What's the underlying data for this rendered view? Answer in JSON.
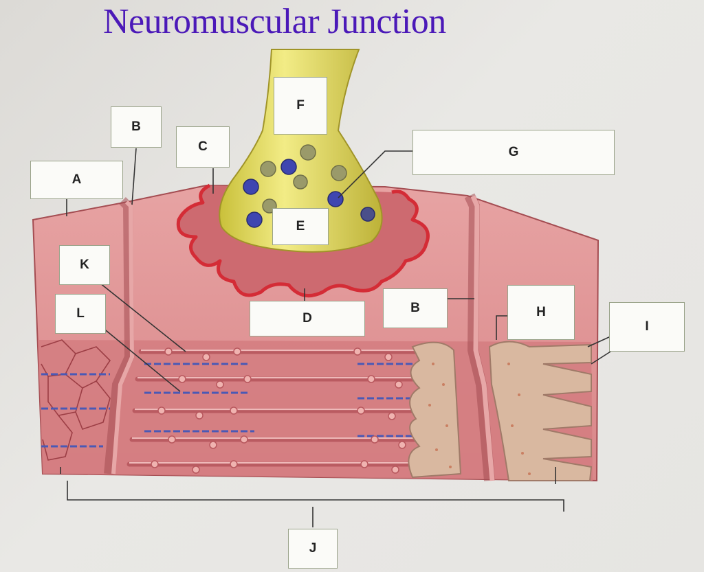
{
  "title": "Neuromuscular Junction",
  "labels": {
    "a": "A",
    "b_left": "B",
    "b_right": "B",
    "c": "C",
    "d": "D",
    "e": "E",
    "f": "F",
    "g": "G",
    "h": "H",
    "i": "I",
    "j": "J",
    "k": "K",
    "l": "L"
  },
  "colors": {
    "title": "#4b19b8",
    "axon_terminal": "#d9cf45",
    "muscle": "#d98a8c",
    "junctional_folds": "#d42c36",
    "vesicle_filled": "#3f46b0",
    "vesicle_empty": "#9a9a6a"
  }
}
